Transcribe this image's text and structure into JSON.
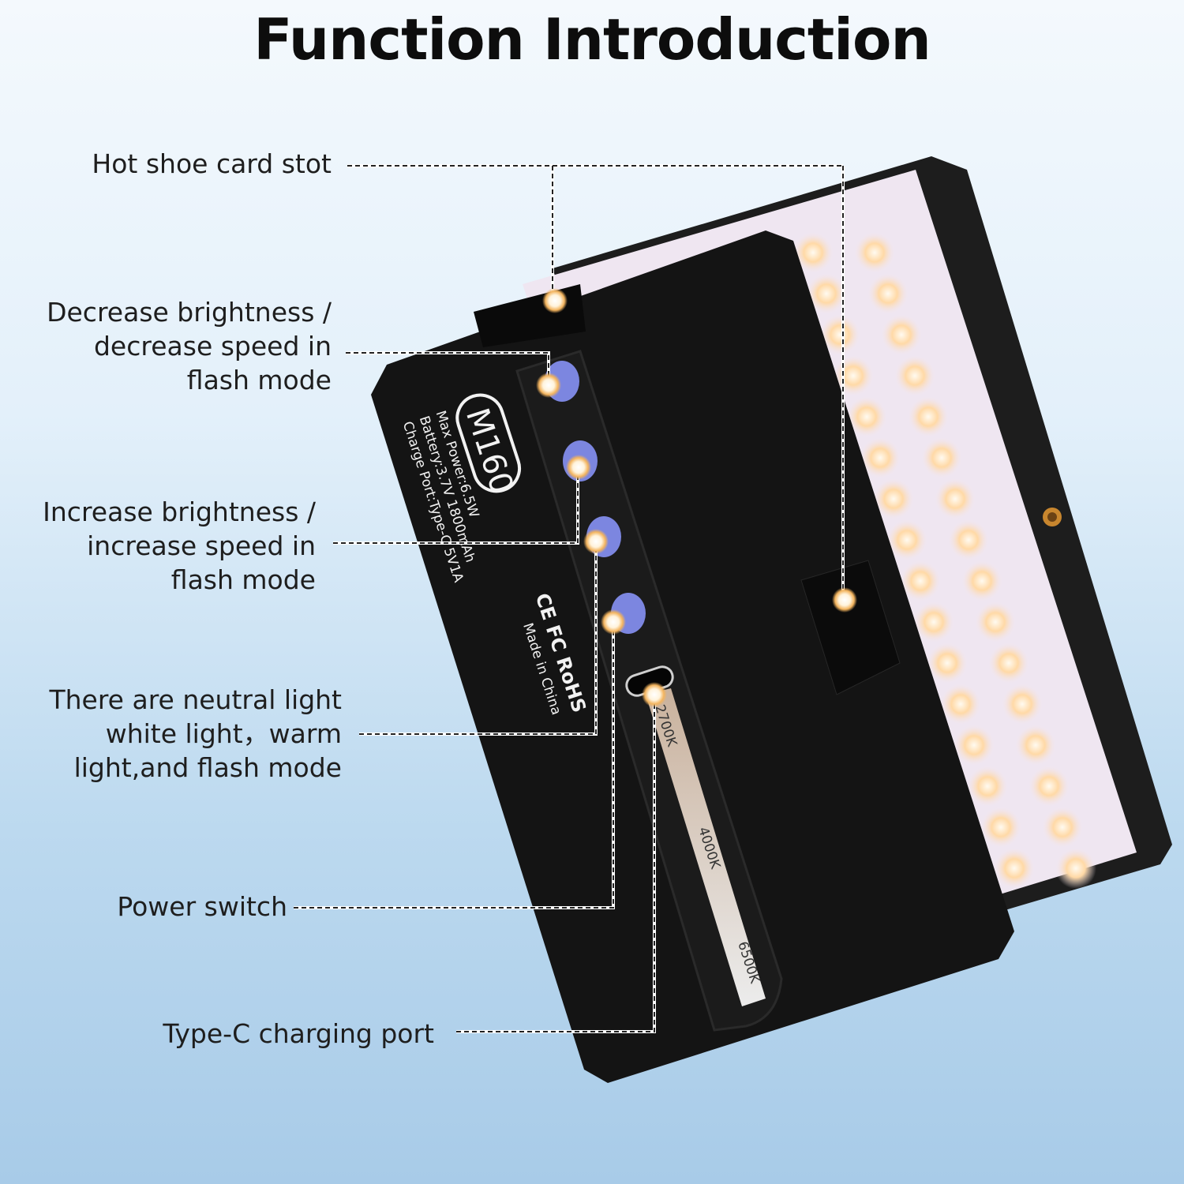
{
  "title": "Function Introduction",
  "device": {
    "model": "M160",
    "specs": [
      "Max Power:6.5W",
      "Battery:3.7V 1800mAh",
      "Charge Port:Type-C 5V1A"
    ],
    "certifications": "CE FC RoHS",
    "origin": "Made in China",
    "color_temps": [
      "2700K",
      "4000K",
      "6500K"
    ]
  },
  "callouts": [
    {
      "lines": [
        "Hot shoe card stot"
      ]
    },
    {
      "lines": [
        "Decrease brightness /",
        "decrease speed in",
        "flash mode"
      ]
    },
    {
      "lines": [
        "Increase brightness /",
        "increase speed in",
        "flash mode"
      ]
    },
    {
      "lines": [
        "There are neutral light",
        "white light，warm",
        "light,and flash mode"
      ]
    },
    {
      "lines": [
        "Power switch"
      ]
    },
    {
      "lines": [
        "Type-C charging port"
      ]
    }
  ],
  "colors": {
    "device_body": "#141414",
    "button": "#7c86e0",
    "led_warm": "#ffd9a0",
    "marker": "#f6b861"
  }
}
